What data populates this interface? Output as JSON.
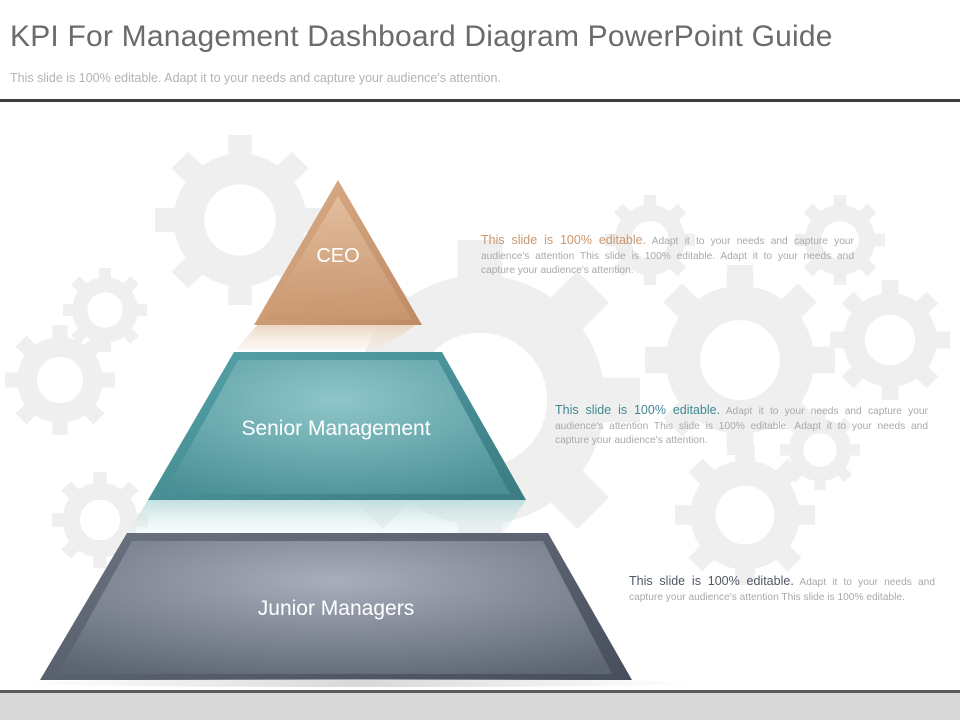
{
  "slide": {
    "title": "KPI For Management Dashboard Diagram PowerPoint Guide",
    "subtitle": "This slide is 100% editable. Adapt it to your needs and capture your audience's attention."
  },
  "pyramid": {
    "levels": [
      {
        "label": "CEO",
        "color": "#c9966e",
        "description_lead": "This slide is 100% editable.",
        "description_body": "Adapt it to your needs and capture your audience's attention This slide is 100% editable. Adapt it to your needs and capture your audience's attention."
      },
      {
        "label": "Senior Management",
        "color": "#4a9096",
        "description_lead": "This slide is 100% editable.",
        "description_body": "Adapt it to your needs and capture your audience's attention This slide is 100% editable. Adapt it to your needs and capture your audience's attention."
      },
      {
        "label": "Junior Managers",
        "color": "#5d6573",
        "description_lead": "This slide is 100% editable.",
        "description_body": "Adapt it to your needs and capture your audience's attention This slide is 100% editable."
      }
    ]
  },
  "colors": {
    "title_text": "#6b6b6b",
    "header_rule": "#3c3c3c",
    "footer_band": "#d9d9d9",
    "gear_background": "#eeeeee"
  },
  "decorations": {
    "background_icon": "gear-icon"
  }
}
